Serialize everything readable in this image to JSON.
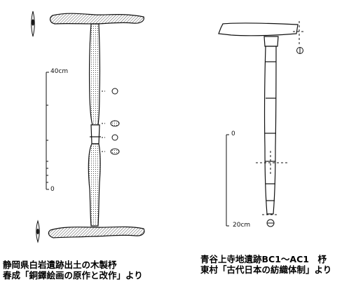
{
  "left_figure": {
    "scale_top_label": "40cm",
    "scale_bottom_label": "0",
    "caption_line1": "静岡県白岩遺跡出土の木製杼",
    "caption_line2": "春成「銅鐸絵画の原作と改作」より"
  },
  "right_figure": {
    "scale_top_label": "0",
    "scale_bottom_label": "20cm",
    "caption_line1": "青谷上寺地遺跡BC1〜AC1　杼",
    "caption_line2": "東村「古代日本の紡織体制」より"
  },
  "colors": {
    "ink": "#111111",
    "hatch": "#555555",
    "background": "#ffffff"
  }
}
